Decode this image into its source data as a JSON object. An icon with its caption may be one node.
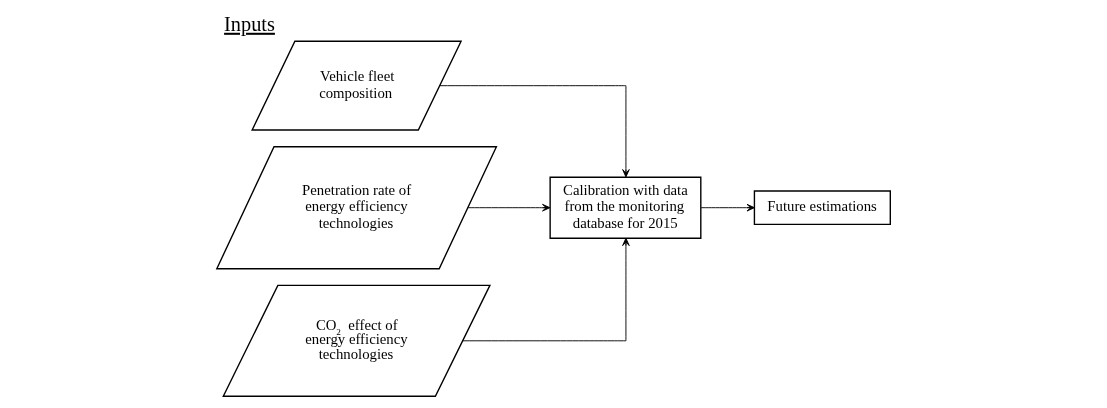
{
  "diagram": {
    "title": "Inputs",
    "nodes": [
      {
        "text": [
          "Vehicle fleet composition"
        ]
      },
      {
        "text": [
          "Penetration rate of energy efficiency technologies"
        ]
      },
      {
        "text": [
          "CO$_{2}$ effect of energy efficiency technologies"
        ]
      },
      {
        "text": [
          "Calibration with data from the monitoring database for 2015"
        ]
      },
      {
        "text": [
          "Future estimations"
        ]
      }
    ],
    "edges": [
      {
        "from": 0,
        "to": 3,
        "arrow": "to"
      },
      {
        "from": 1,
        "to": 3,
        "arrow": "to"
      },
      {
        "from": 2,
        "to": 3,
        "arrow": "to"
      },
      {
        "from": 3,
        "to": 4,
        "arrow": "to"
      }
    ]
  }
}
